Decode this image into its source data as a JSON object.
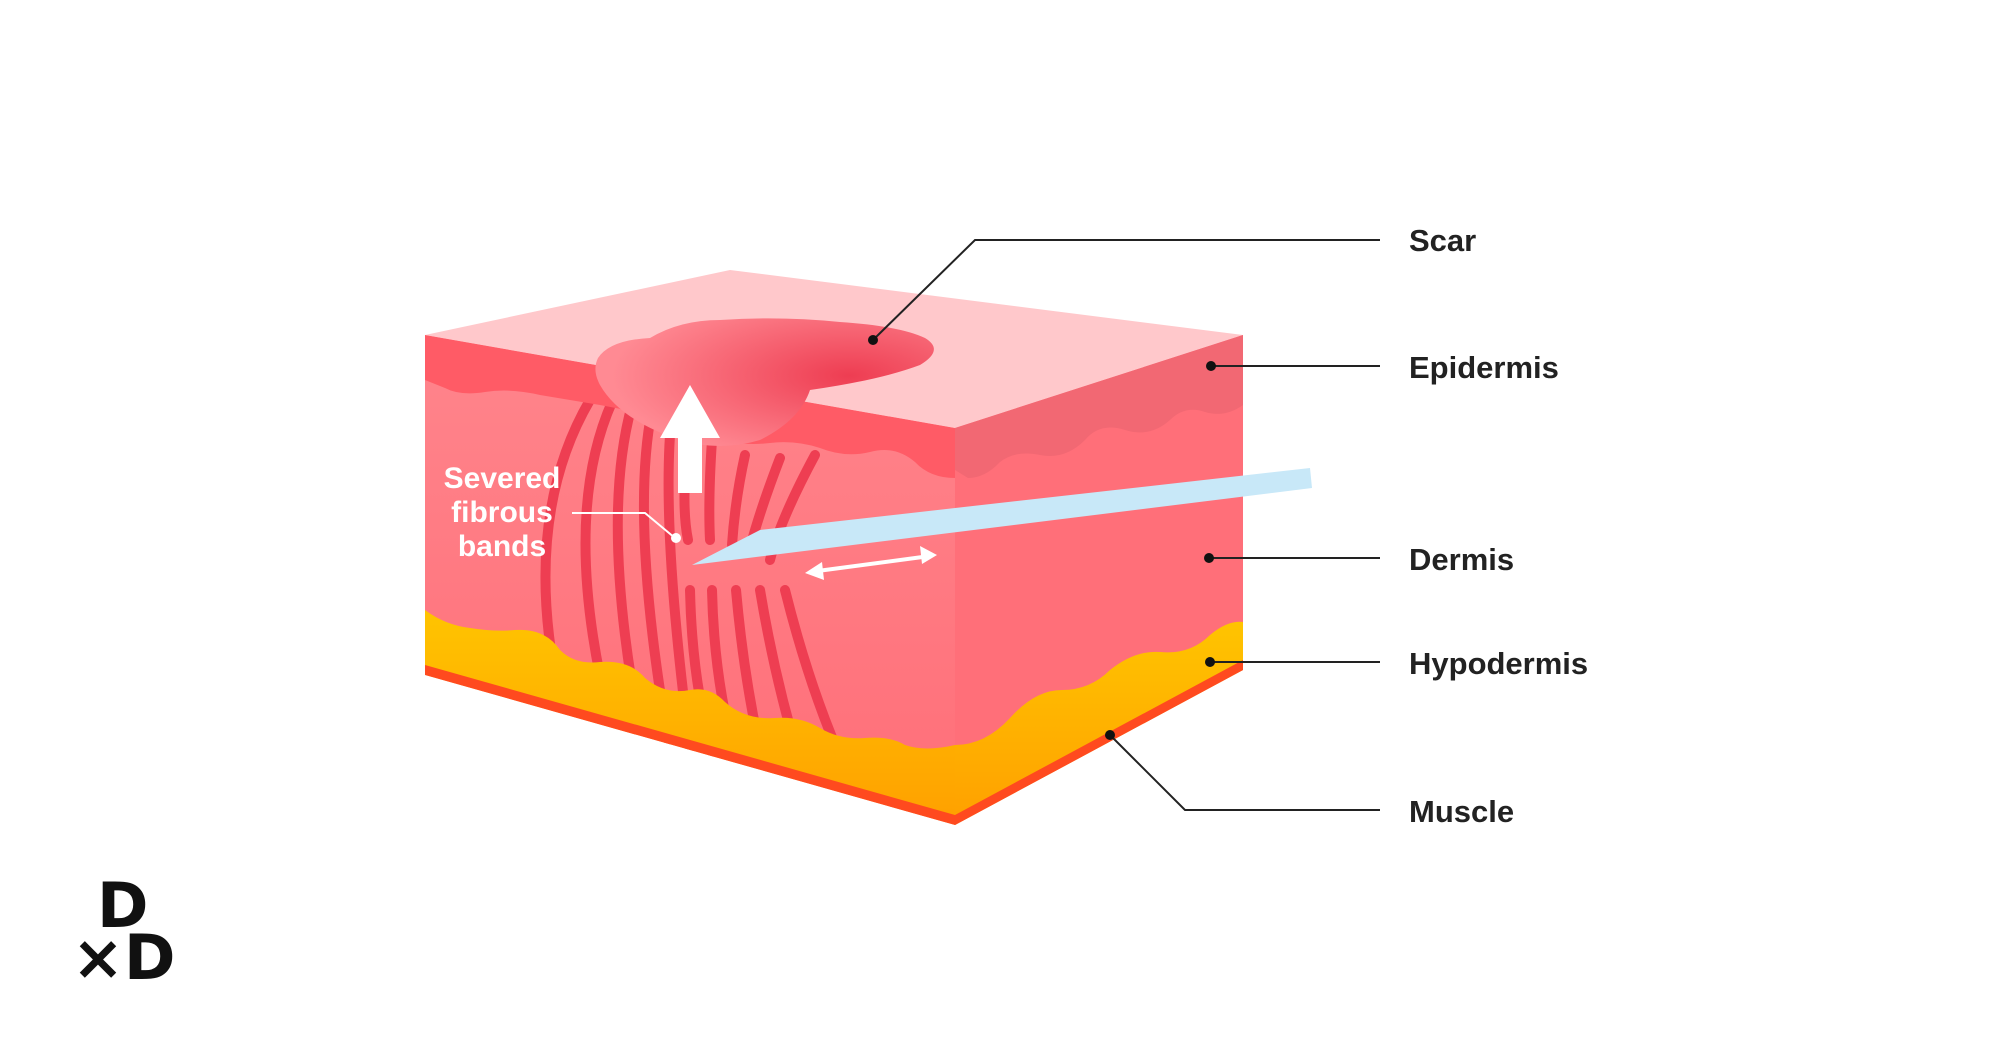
{
  "diagram": {
    "labels": {
      "scar": "Scar",
      "epidermis": "Epidermis",
      "dermis": "Dermis",
      "hypodermis": "Hypodermis",
      "muscle": "Muscle"
    },
    "annotation": {
      "line1": "Severed",
      "line2": "fibrous",
      "line3": "bands"
    }
  },
  "logo": {
    "top": "D",
    "bottom": "×D"
  },
  "colors": {
    "epidermis_top": "#ffc8cb",
    "epidermis_front": "#ff5b66",
    "dermis": "#ff7a82",
    "fibrous_bands": "#ee3e52",
    "scar": "#f05a6a",
    "hypodermis": "#ffb300",
    "muscle": "#ff4a1f",
    "blade": "#c8e8f8"
  }
}
